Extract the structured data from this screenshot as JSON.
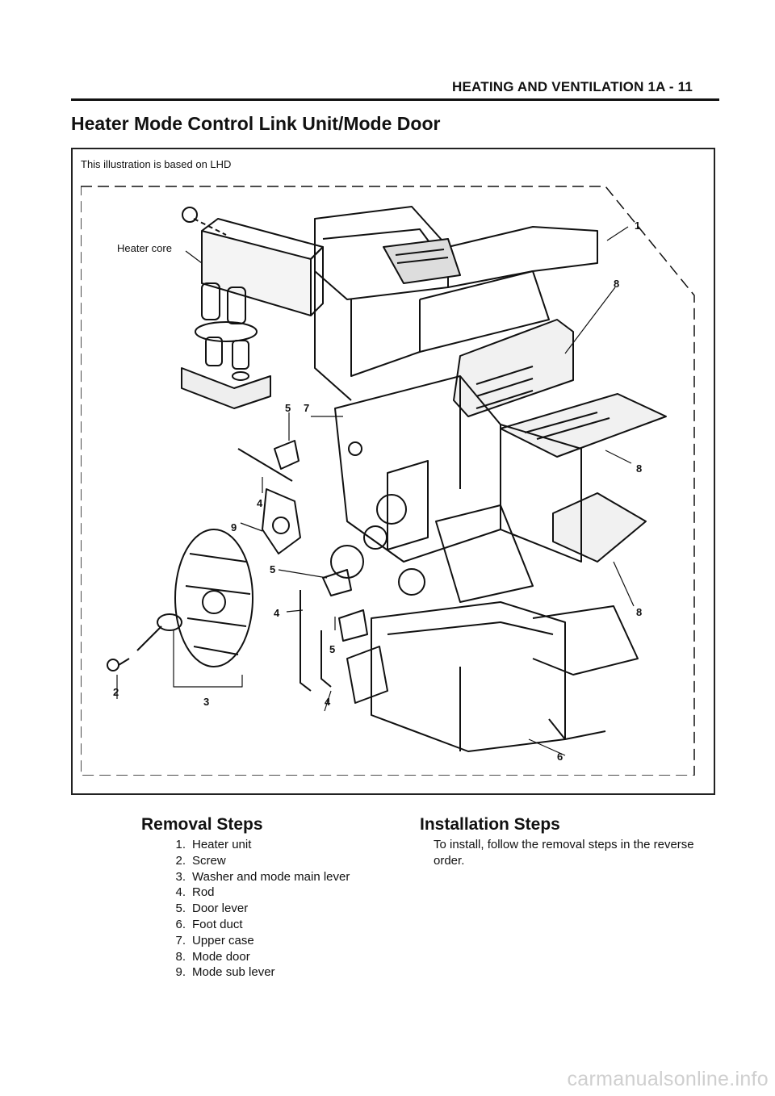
{
  "header": {
    "running_head": "HEATING AND VENTILATION 1A - 11"
  },
  "page_title": "Heater Mode Control Link Unit/Mode Door",
  "figure": {
    "note": "This illustration is based on LHD",
    "labels": {
      "heater_core": "Heater core",
      "c1": "1",
      "c2": "2",
      "c3": "3",
      "c4a": "4",
      "c4b": "4",
      "c4c": "4",
      "c5a": "5",
      "c5b": "5",
      "c5c": "5",
      "c6": "6",
      "c7": "7",
      "c8a": "8",
      "c8b": "8",
      "c8c": "8",
      "c9": "9"
    }
  },
  "removal": {
    "heading": "Removal Steps",
    "steps": [
      {
        "num": "1.",
        "text": "Heater unit"
      },
      {
        "num": "2.",
        "text": "Screw"
      },
      {
        "num": "3.",
        "text": "Washer and mode main lever"
      },
      {
        "num": "4.",
        "text": "Rod"
      },
      {
        "num": "5.",
        "text": "Door lever"
      },
      {
        "num": "6.",
        "text": "Foot duct"
      },
      {
        "num": "7.",
        "text": "Upper case"
      },
      {
        "num": "8.",
        "text": "Mode door"
      },
      {
        "num": "9.",
        "text": "Mode sub lever"
      }
    ]
  },
  "installation": {
    "heading": "Installation Steps",
    "text": "To install, follow the removal steps in the reverse order."
  },
  "watermark": "carmanualsonline.info"
}
